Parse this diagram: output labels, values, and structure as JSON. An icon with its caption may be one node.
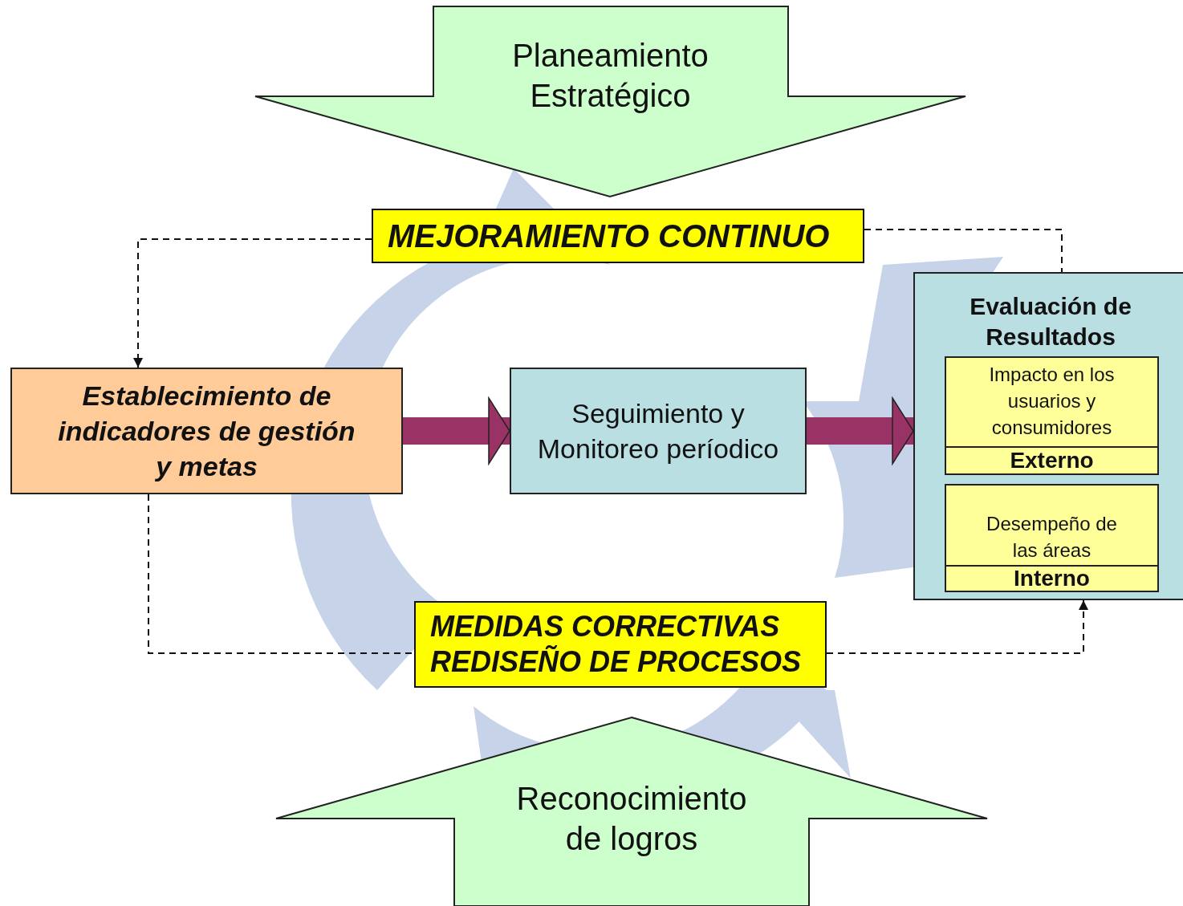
{
  "diagram": {
    "nodes": [
      {
        "text": [
          "Planeamiento Estratégico"
        ]
      },
      {
        "text": [
          "MEJORAMIENTO CONTINUO"
        ]
      },
      {
        "text": [
          "Establecimiento de indicadores de gestión y metas"
        ]
      },
      {
        "text": [
          "Seguimiento y Monitoreo períodico"
        ]
      },
      {
        "text": [
          "Evaluación de Resultados"
        ]
      },
      {
        "text": [
          "Impacto en los usuarios y consumidores",
          "Externo"
        ],
        "in": 4
      },
      {
        "text": [
          "Desempeño de las áreas",
          "Interno"
        ],
        "in": 4
      },
      {
        "text": [
          "MEDIDAS CORRECTIVAS REDISEÑO DE PROCESOS"
        ]
      },
      {
        "text": [
          "Reconocimiento de logros"
        ]
      }
    ],
    "edges": [
      {
        "from": 1,
        "to": 2,
        "arrow": "to",
        "style": "dashed"
      },
      {
        "from": 1,
        "to": 4,
        "arrow": "none",
        "style": "dashed"
      },
      {
        "from": 2,
        "to": 7,
        "arrow": "none",
        "style": "dashed"
      },
      {
        "from": 7,
        "to": 4,
        "arrow": "to",
        "style": "dashed"
      },
      {
        "from": 2,
        "to": 3,
        "arrow": "to",
        "style": "thick",
        "color": "#993366"
      },
      {
        "from": 3,
        "to": 4,
        "arrow": "to",
        "style": "thick",
        "color": "#993366"
      }
    ]
  }
}
